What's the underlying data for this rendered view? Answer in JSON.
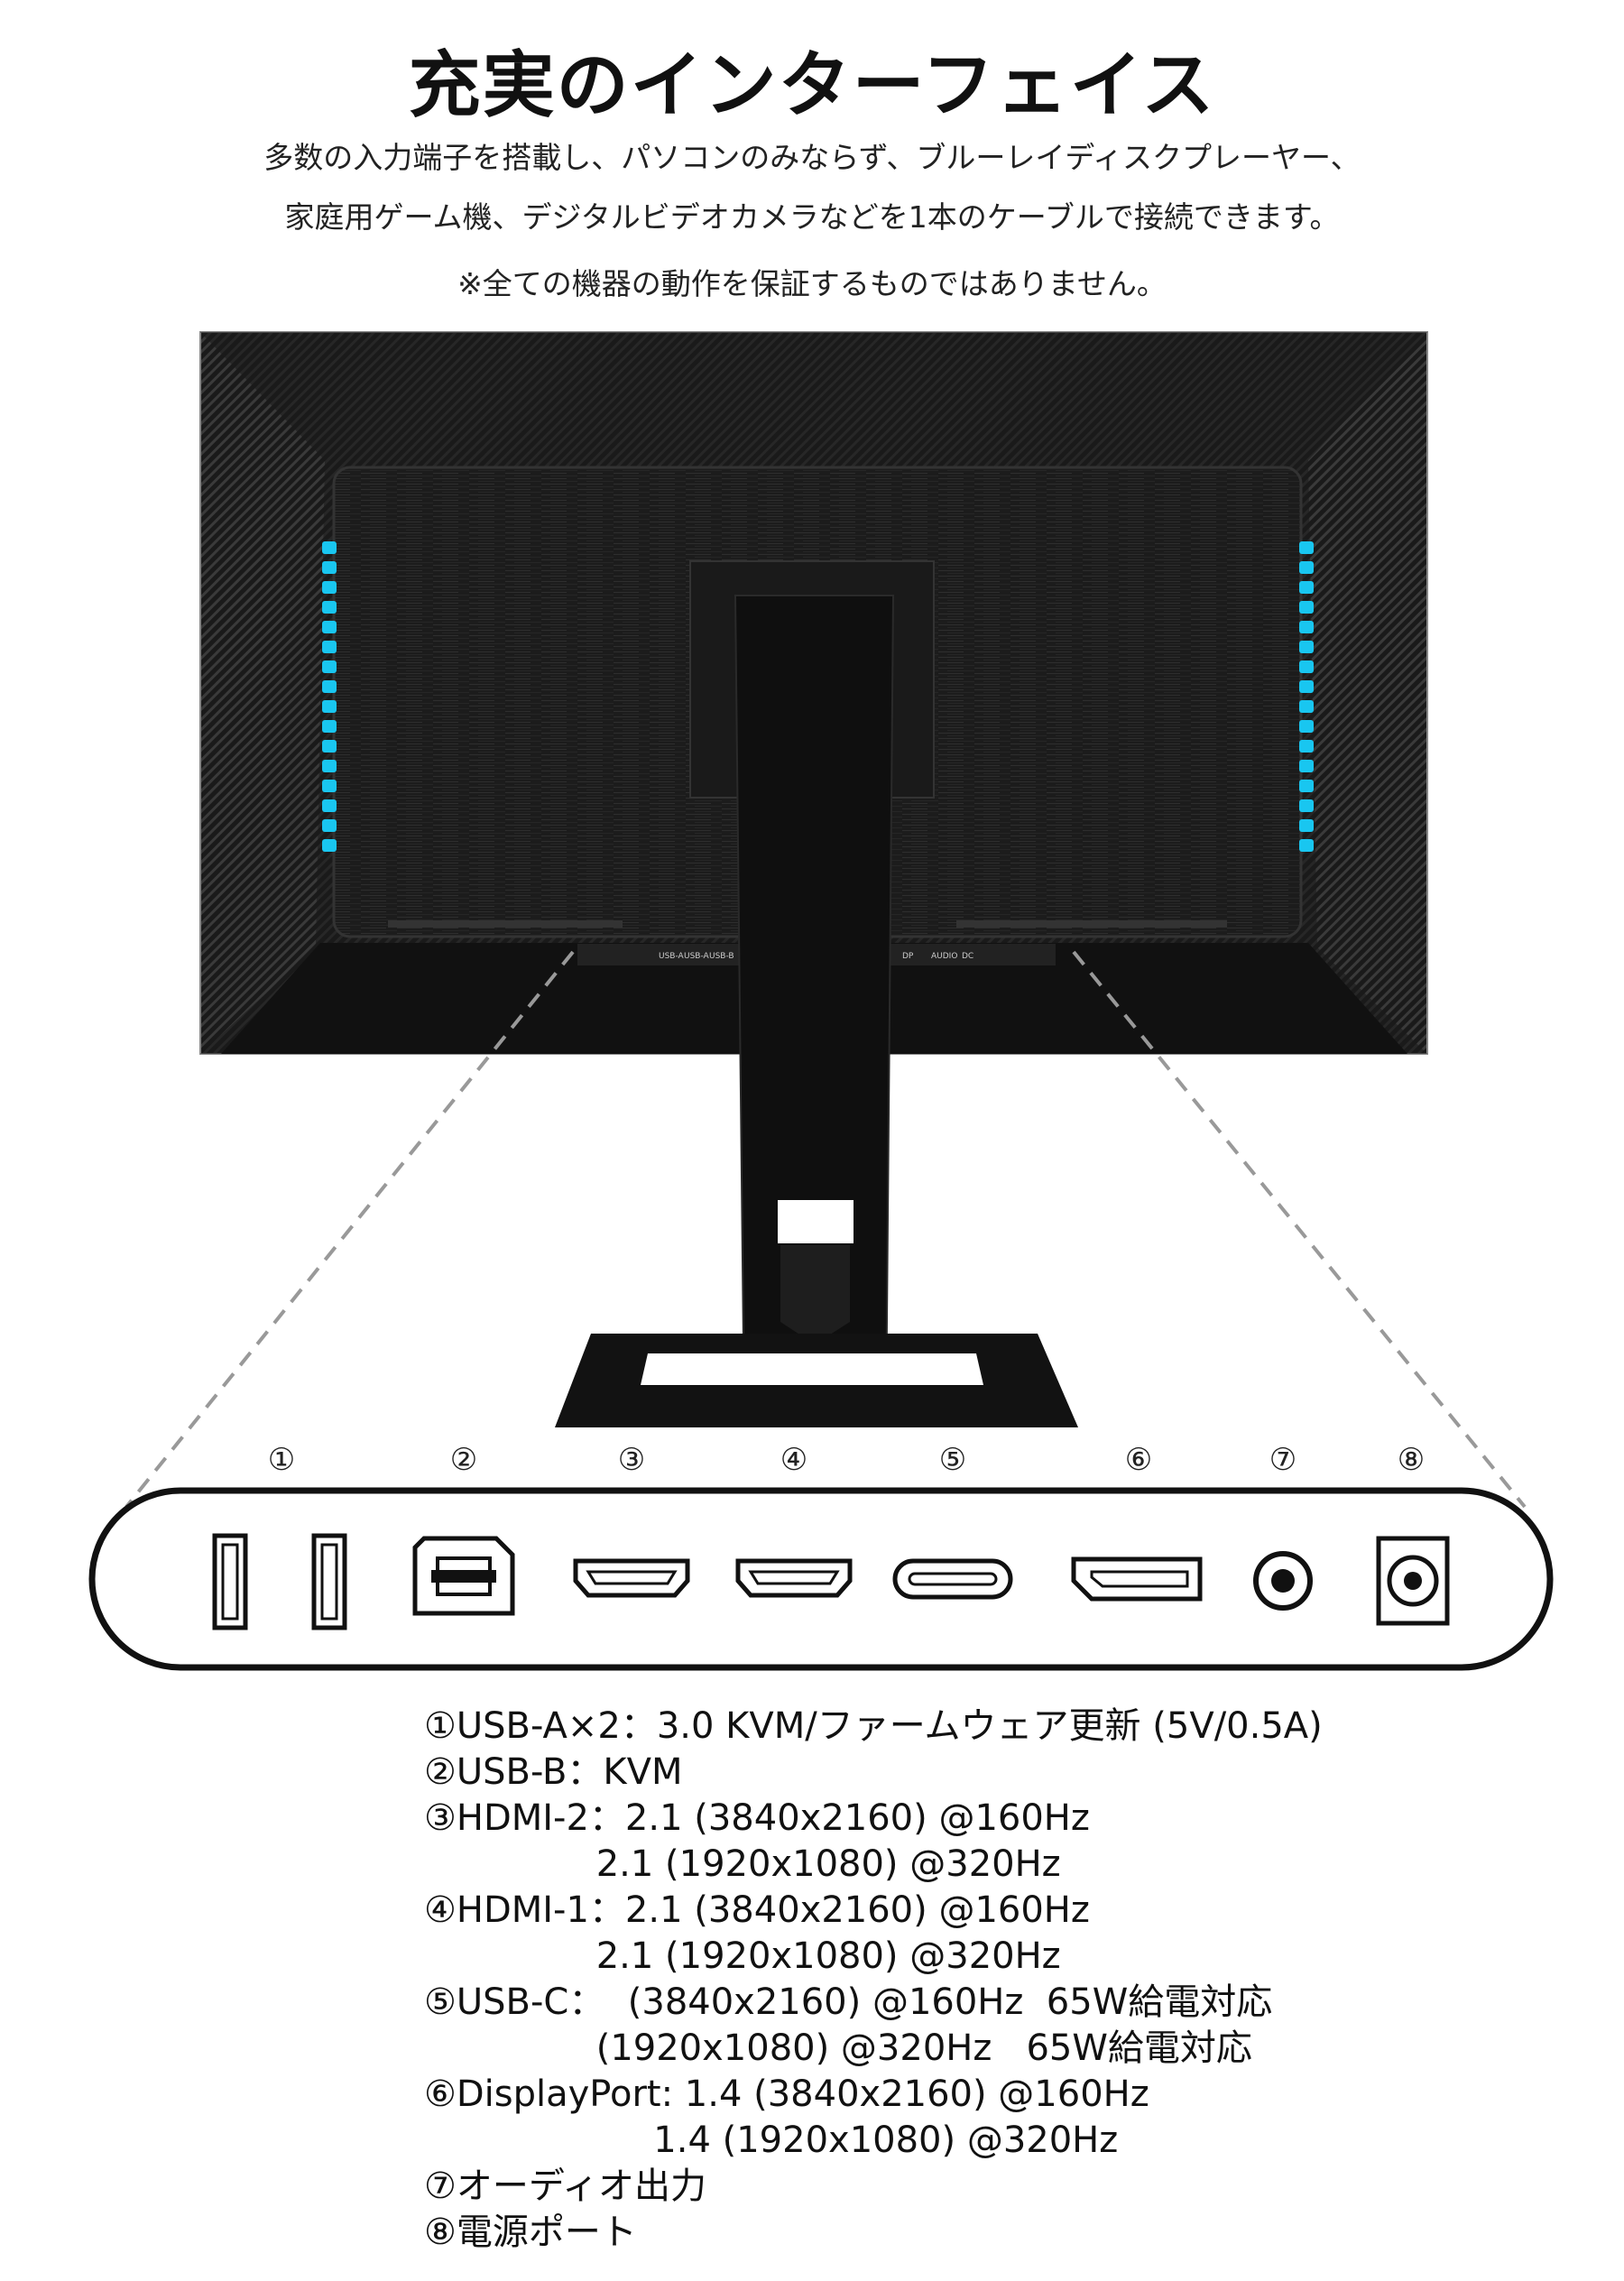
{
  "title": "充実のインターフェイス",
  "description": [
    "多数の入力端子を搭載し、パソコンのみならず、ブルーレイディスクプレーヤー、",
    "家庭用ゲーム機、デジタルビデオカメラなどを1本のケーブルで接続できます。",
    "※全ての機器の動作を保証するものではありません。"
  ],
  "monitor_port_labels": [
    "USB-A",
    "USB-A",
    "USB-B",
    "DP",
    "AUDIO",
    "DC"
  ],
  "port_numbers": [
    "①",
    "②",
    "③",
    "④",
    "⑤",
    "⑥",
    "⑦",
    "⑧"
  ],
  "ports": [
    {
      "name": "usb-a",
      "icon": "usb-a-icon"
    },
    {
      "name": "usb-b",
      "icon": "usb-b-icon"
    },
    {
      "name": "hdmi-2",
      "icon": "hdmi-icon"
    },
    {
      "name": "hdmi-1",
      "icon": "hdmi-icon"
    },
    {
      "name": "usb-c",
      "icon": "usb-c-icon"
    },
    {
      "name": "displayport",
      "icon": "displayport-icon"
    },
    {
      "name": "audio",
      "icon": "audio-jack-icon"
    },
    {
      "name": "dc",
      "icon": "dc-power-icon"
    }
  ],
  "specs": [
    "①USB-A×2：3.0 KVM/ファームウェア更新 (5V/0.5A)",
    "②USB-B：KVM",
    "③HDMI-2：2.1 (3840x2160) @160Hz",
    "               2.1 (1920x1080) @320Hz",
    "④HDMI-1：2.1 (3840x2160) @160Hz",
    "               2.1 (1920x1080) @320Hz",
    "⑤USB-C：  (3840x2160) @160Hz  65W給電対応",
    "               (1920x1080) @320Hz   65W給電対応",
    "⑥DisplayPort: 1.4 (3840x2160) @160Hz",
    "                    1.4 (1920x1080) @320Hz",
    "⑦オーディオ出力",
    "⑧電源ポート"
  ],
  "colors": {
    "led": "#19c6f0",
    "monitor": "#141414"
  }
}
